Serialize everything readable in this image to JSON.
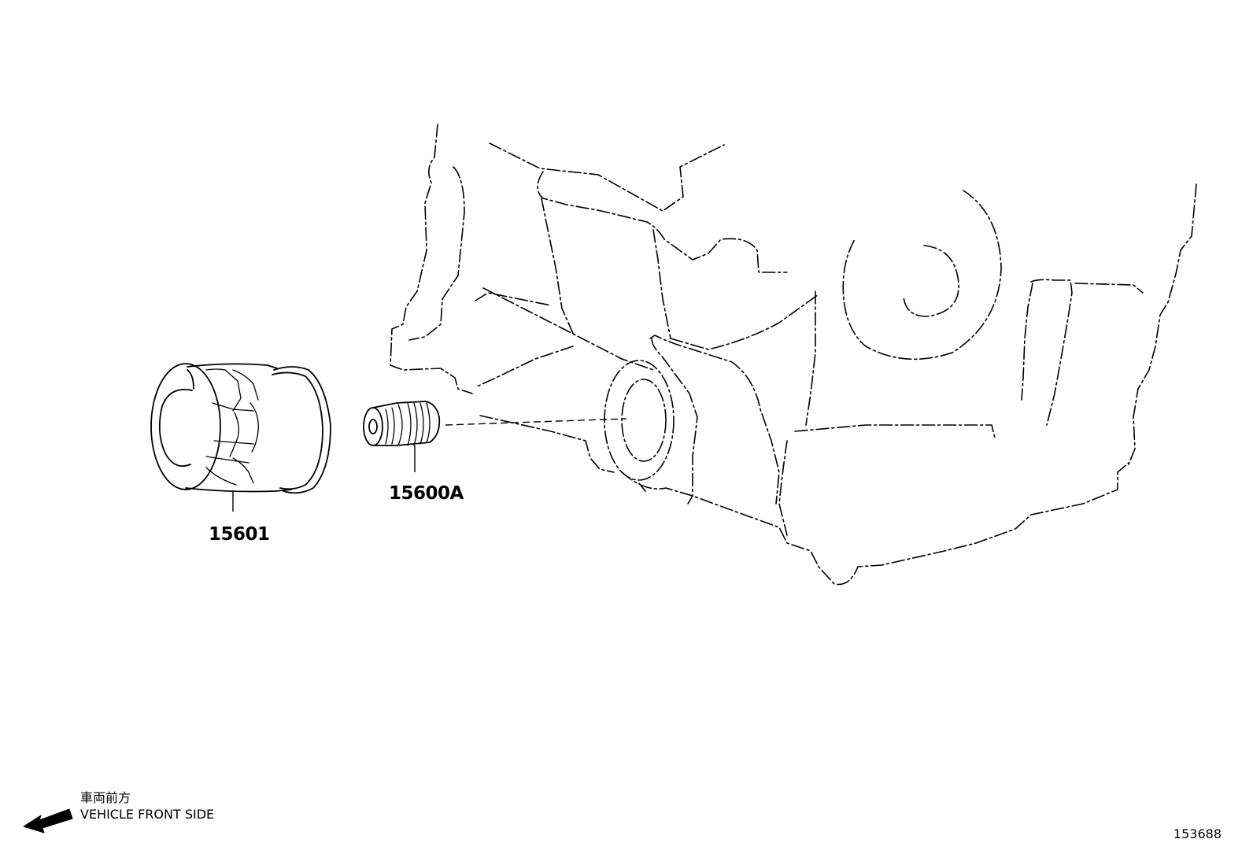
{
  "parts": [
    {
      "id": "oil-filter",
      "label": "15601"
    },
    {
      "id": "union-bolt",
      "label": "15600A"
    }
  ],
  "legend": {
    "direction_jp": "車両前方",
    "direction_en": "VEHICLE FRONT SIDE",
    "arrow_icon": "front-arrow-icon"
  },
  "drawing_number": "153688"
}
